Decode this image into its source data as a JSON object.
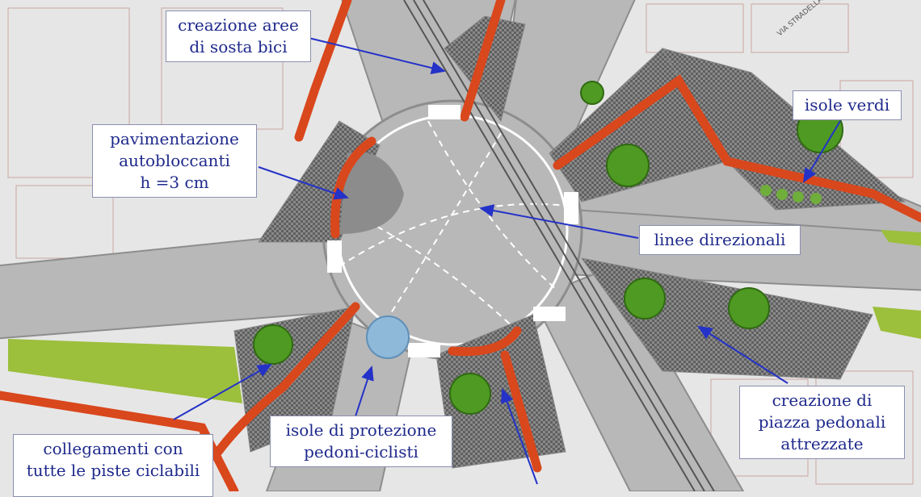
{
  "map": {
    "street_label": "VIA STRADELLA",
    "colors": {
      "background": "#e6e6e6",
      "road": "#b8b8b8",
      "road_edge": "#8d8d8d",
      "lane_marking": "#ffffff",
      "bike_lane": "#d9471c",
      "pedestrian_paving": "#5f5f5f",
      "green_area": "#9cbf3c",
      "tree": "#4f9a22",
      "label_text": "#1f2a8c",
      "pointer_arrow": "#2432c8",
      "crossing_island": "#8fb9d9"
    }
  },
  "annotations": {
    "bike_parking": {
      "line1": "creazione aree",
      "line2": "di sosta bici"
    },
    "paving": {
      "line1": "pavimentazione",
      "line2": "autobloccanti",
      "line3": "h =3 cm"
    },
    "green_islands": {
      "line1": "isole verdi"
    },
    "directional_lines": {
      "line1": "linee direzionali"
    },
    "bike_connections": {
      "line1": "collegamenti con",
      "line2": "tutte le piste ciclabili"
    },
    "protection_islands": {
      "line1": "isole di protezione",
      "line2": "pedoni-ciclisti"
    },
    "pedestrian_square": {
      "line1": "creazione di",
      "line2": "piazza pedonali",
      "line3": "attrezzate"
    }
  }
}
